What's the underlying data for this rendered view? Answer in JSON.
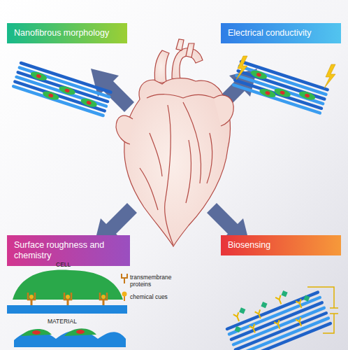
{
  "diagram": {
    "nodes": [
      {
        "text": [
          "Nanofibrous morphology"
        ]
      },
      {
        "text": [
          "Electrical conductivity"
        ]
      },
      {
        "text": [
          "Surface roughness and chemistry"
        ]
      },
      {
        "text": [
          "Biosensing"
        ]
      }
    ],
    "labels": [
      "CELL",
      "transmembrane proteins",
      "chemical cues",
      "MATERIAL"
    ]
  }
}
